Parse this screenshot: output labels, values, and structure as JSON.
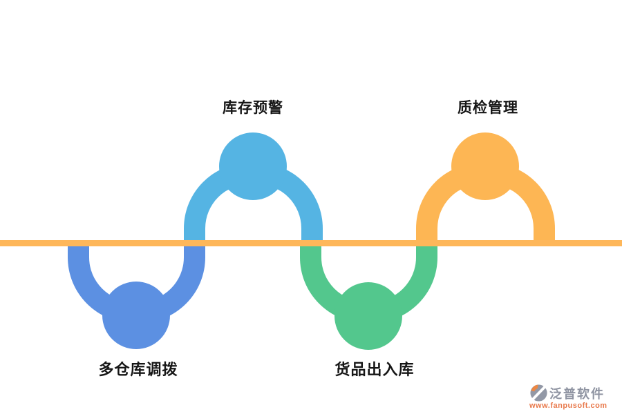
{
  "diagram": {
    "type": "serpentine-process-diagram",
    "timeline_color": "#FEB75A",
    "nodes": [
      {
        "label": "多仓库调拨",
        "position": "bottom",
        "color": "#5C90E2",
        "color_name": "cornflower-blue"
      },
      {
        "label": "库存预警",
        "position": "top",
        "color": "#55B4E3",
        "color_name": "sky-blue"
      },
      {
        "label": "货品出入库",
        "position": "bottom",
        "color": "#53C78D",
        "color_name": "green"
      },
      {
        "label": "质检管理",
        "position": "top",
        "color": "#FDB654",
        "color_name": "orange"
      }
    ]
  },
  "watermark": {
    "brand": "泛普软件",
    "url": "www.fanpusoft.com",
    "brand_color": "#8F94A2",
    "url_color": "#E8784A"
  }
}
